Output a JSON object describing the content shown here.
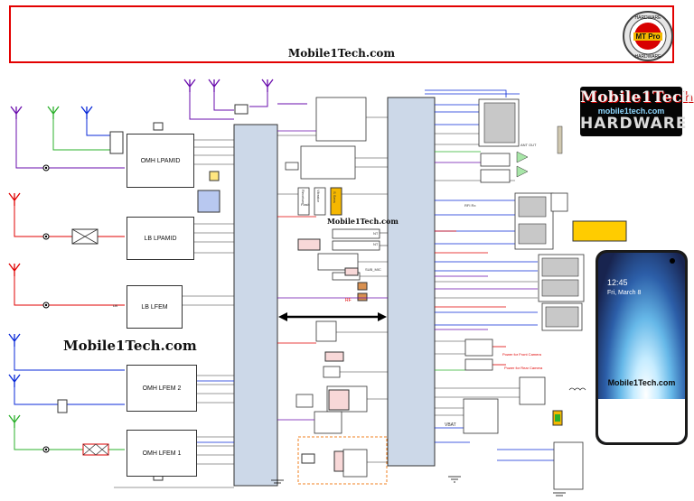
{
  "header": {
    "site": "Mobile1Tech.com"
  },
  "seal": {
    "top": "HARDWARE",
    "center": "MT Pro",
    "bottom": "HARDWARE"
  },
  "brand": {
    "line1": "Mobile1Tech",
    "line2": "mobile1tech.com",
    "line3": "HARDWARE"
  },
  "watermark_mid": "Mobile1Tech.com",
  "watermark_small": "Mobile1Tech.com",
  "blocks": {
    "omh_lpamid": "OMH LPAMID",
    "lb_lpamid": "LB LPAMID",
    "lb_lfem": "LB LFEM",
    "omh_lfem2": "OMH LFEM 2",
    "omh_lfem1": "OMH LFEM 1"
  },
  "labels": {
    "lb": "LB",
    "receiver": "Receiver",
    "vibrator": "Vibrator",
    "flash": "Flash",
    "sensor": "S Sens",
    "sub_mic": "SUB_MIC",
    "ant_out": "ANT OUT",
    "vbat": "VBAT",
    "rfi_rx": "RFI Rx",
    "rf": "RF",
    "power_front_camera": "Power for Front Camera",
    "power_rear_camera": "Power for Rear Camera",
    "nt1": "NT",
    "nt2": "NT"
  },
  "phone": {
    "time": "12:45",
    "date": "Fri, March 8",
    "site": "Mobile1Tech.com"
  }
}
